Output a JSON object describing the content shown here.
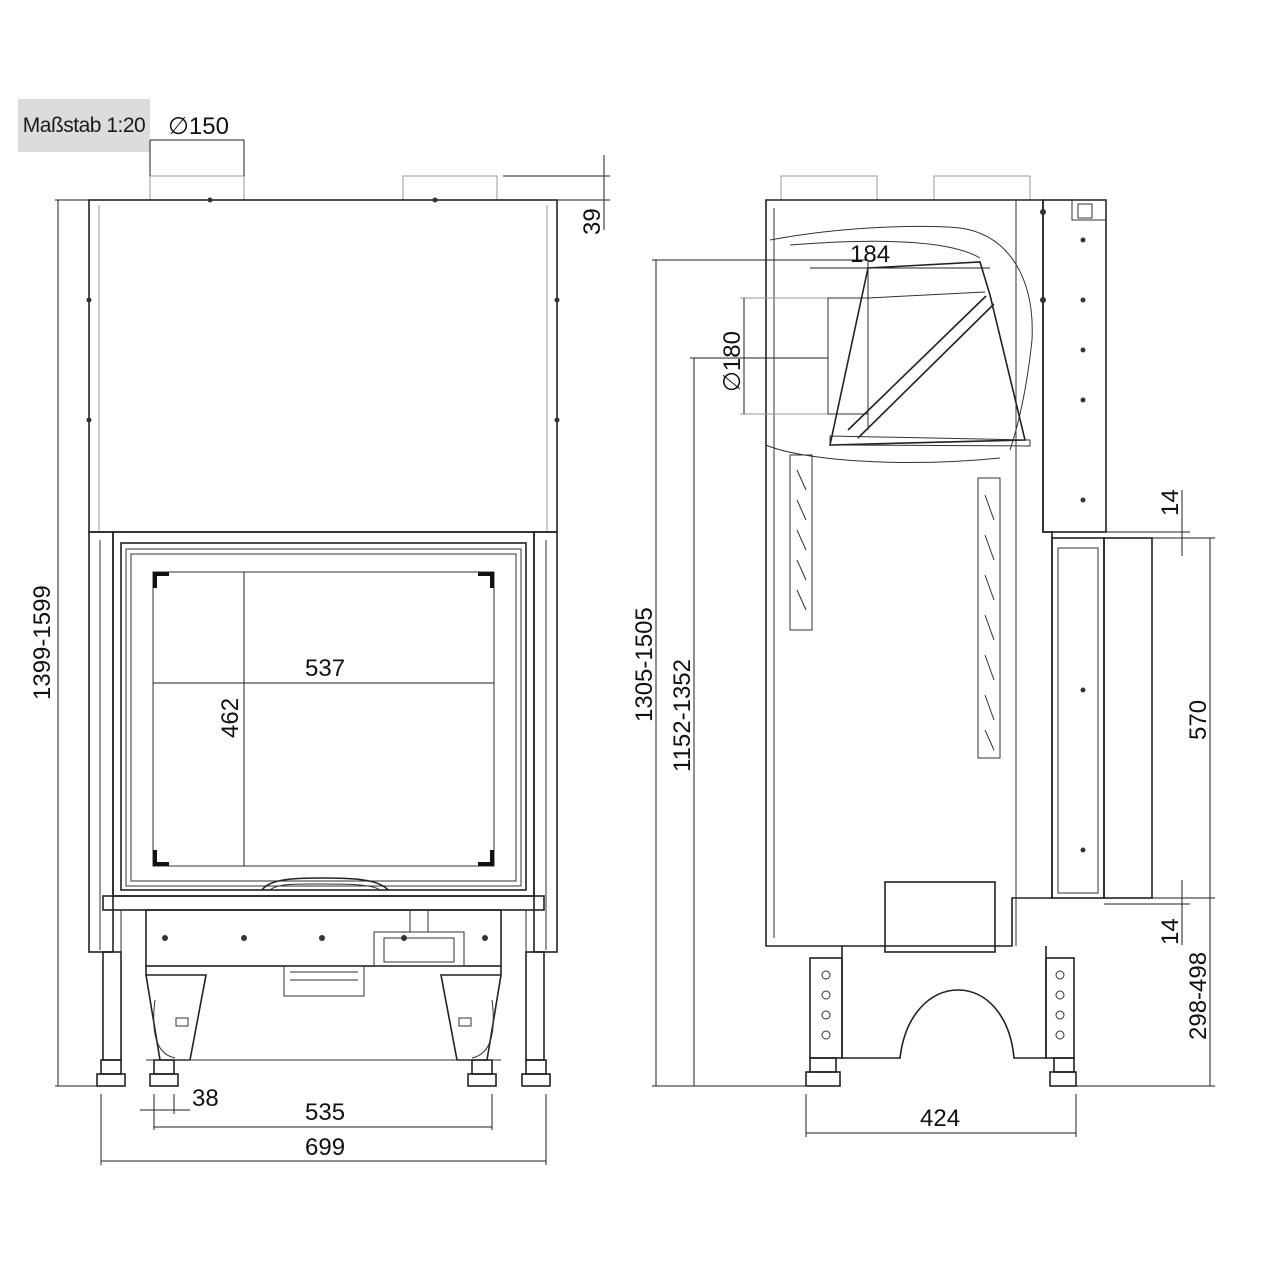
{
  "scale_label": "Maßstab 1:20",
  "front_view": {
    "flue_diameter": "∅150",
    "top_offset": "39",
    "total_height": "1399-1599",
    "glass_width": "537",
    "glass_height": "462",
    "foot_width": "38",
    "foot_spacing": "535",
    "total_width": "699"
  },
  "side_view": {
    "damper_depth": "184",
    "air_inlet_diameter": "∅180",
    "height_outer": "1305-1505",
    "height_inner": "1152-1352",
    "gap_top": "14",
    "door_height": "570",
    "gap_bottom": "14",
    "leg_height": "298-498",
    "total_depth": "424"
  }
}
